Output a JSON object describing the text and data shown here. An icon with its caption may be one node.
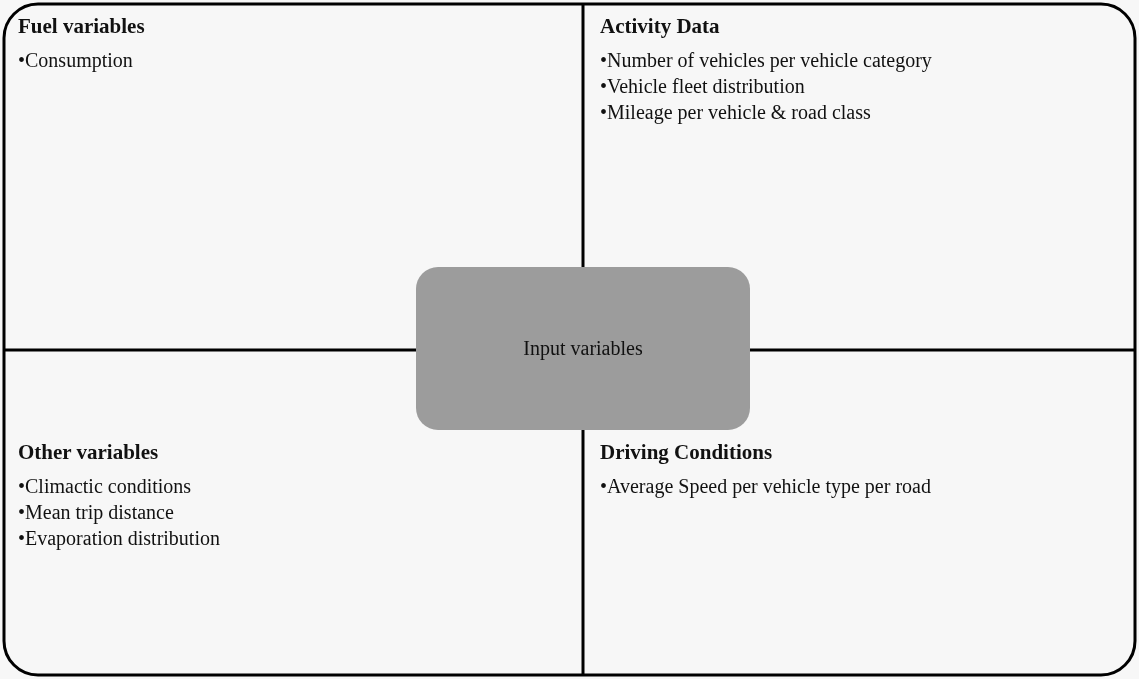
{
  "diagram": {
    "nodes": [
      {
        "text": [
          "Fuel variables",
          "•Consumption"
        ]
      },
      {
        "text": [
          "Activity Data",
          "•Number of vehicles per vehicle category",
          "•Vehicle fleet distribution",
          "•Mileage per vehicle & road class"
        ]
      },
      {
        "text": [
          "Input variables"
        ]
      },
      {
        "text": [
          "Other variables",
          "•Climactic conditions",
          "•Mean trip distance",
          "•Evaporation distribution"
        ]
      },
      {
        "text": [
          "Driving Conditions",
          "•Average Speed per vehicle type per road"
        ]
      }
    ]
  }
}
